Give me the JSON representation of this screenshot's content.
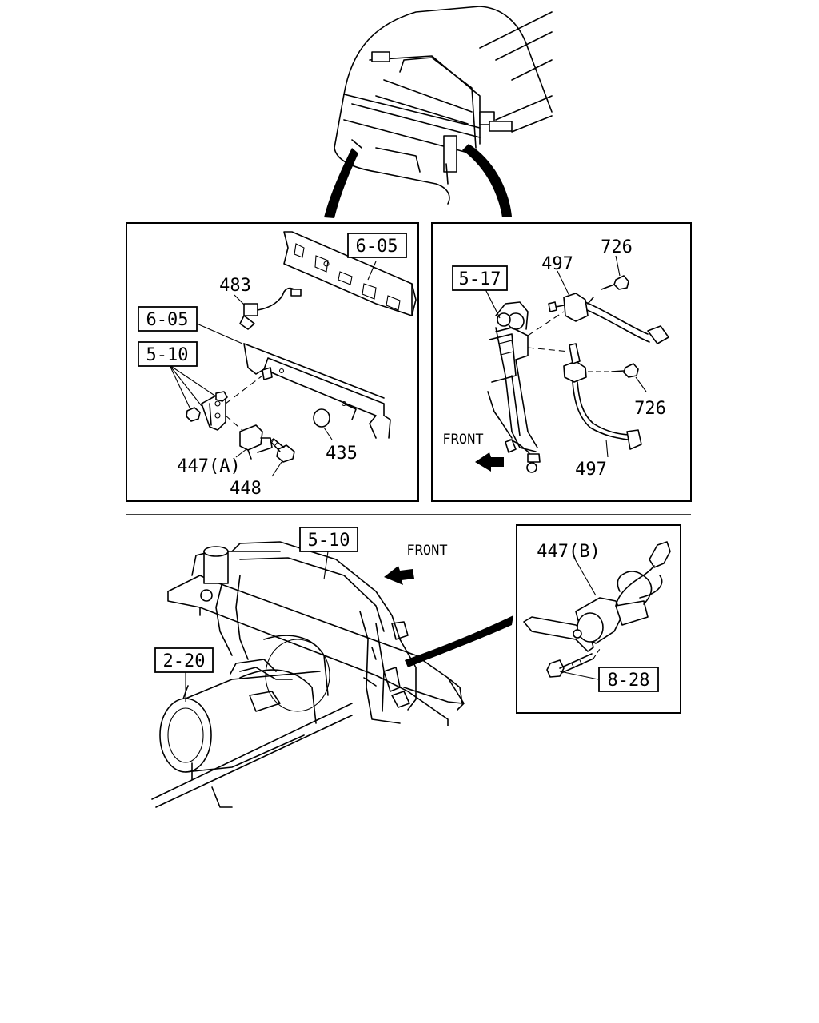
{
  "labels": {
    "ref_605_upper": "6-05",
    "ref_605_lower": "6-05",
    "ref_510_left": "5-10",
    "ref_517": "5-17",
    "ref_510_bottom": "5-10",
    "ref_220": "2-20",
    "ref_828": "8-28",
    "part_483": "483",
    "part_447a": "447(A)",
    "part_448": "448",
    "part_435": "435",
    "part_497_top": "497",
    "part_726_top": "726",
    "part_726_mid": "726",
    "part_497_bottom": "497",
    "part_447b": "447(B)",
    "front_right_panel": "FRONT",
    "front_bottom": "FRONT"
  },
  "colors": {
    "ink": "#000000",
    "paper": "#ffffff"
  }
}
